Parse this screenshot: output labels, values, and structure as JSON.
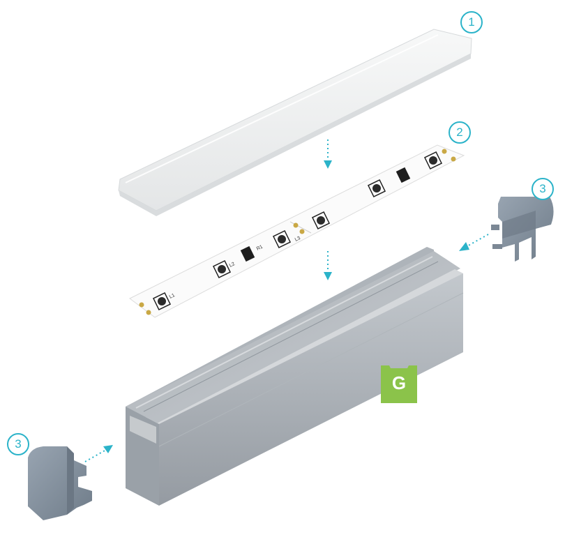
{
  "callouts": {
    "diffuser": "1",
    "led_strip": "2",
    "end_cap_right": "3",
    "end_cap_left": "3"
  },
  "strip_labels": {
    "l1": "L1",
    "l2": "L2",
    "l3": "L3",
    "r1": "R1"
  },
  "badge": {
    "letter": "G",
    "color": "#8bc34a"
  },
  "colors": {
    "callout": "#2bb3c9",
    "arrow": "#2bb3c9",
    "profile": "#b9bec4",
    "end_cap": "#8391a0"
  }
}
